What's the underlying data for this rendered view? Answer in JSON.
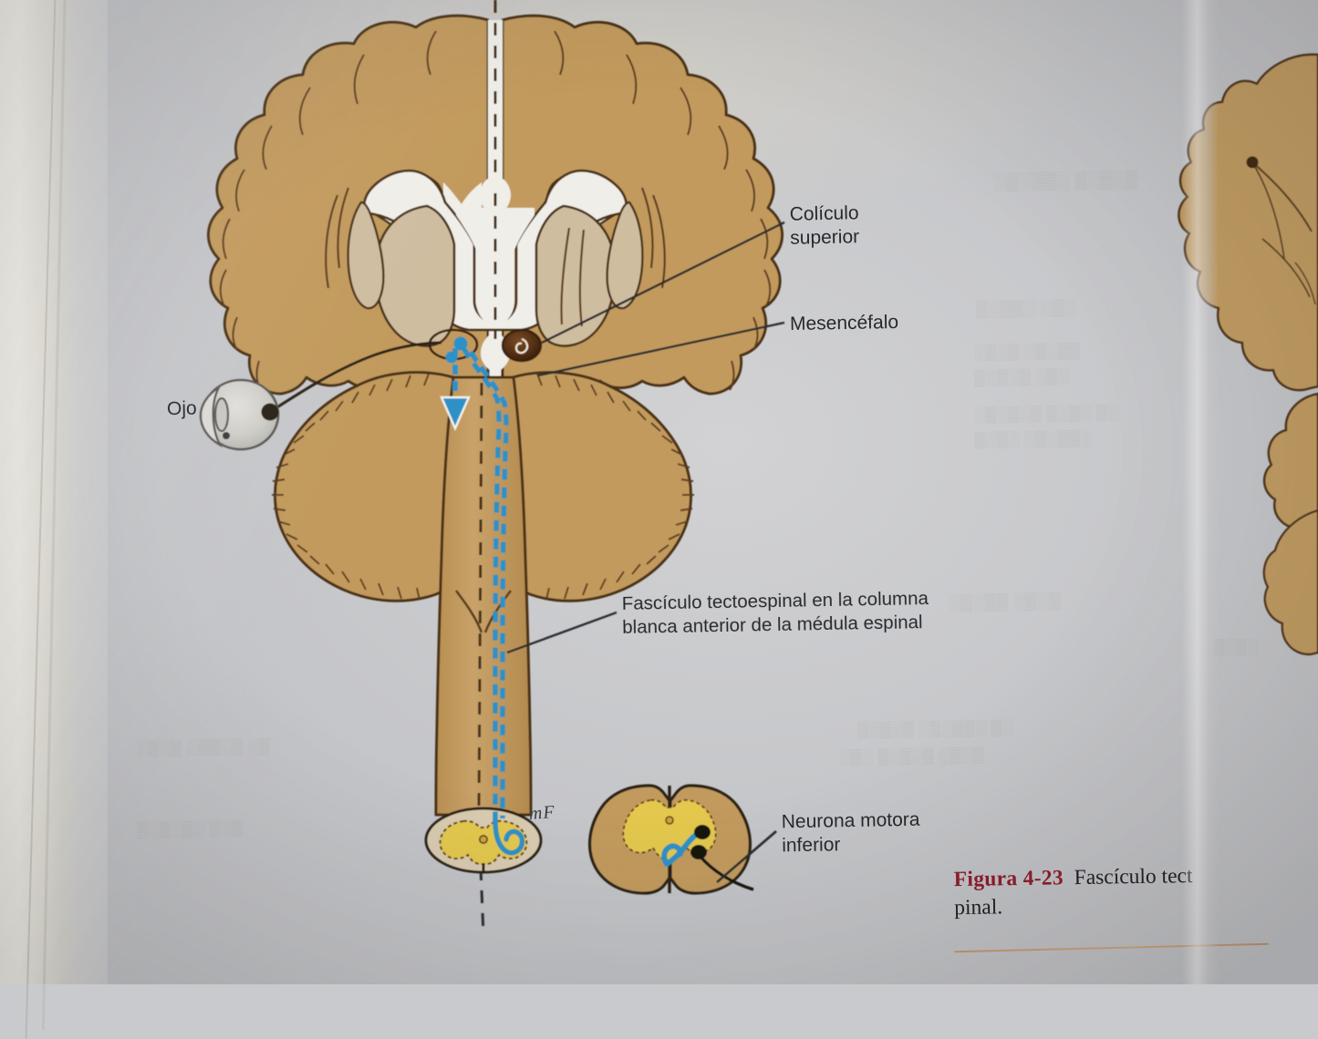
{
  "page": {
    "background_color": "#c9cacd",
    "media": "photograph of an open anatomy textbook page"
  },
  "figure": {
    "title_prefix": "Figura 4-23",
    "caption_body": "Fascículo tect",
    "caption_line2": "pinal.",
    "caption_note": "caption text is cut off at the right edge of the photograph",
    "accent_color": "#8d1b2a",
    "rule_color": "#c08f5e"
  },
  "labels": [
    {
      "id": "coliculo-superior",
      "text": "Colículo\nsuperior"
    },
    {
      "id": "mesencefalo",
      "text": "Mesencéfalo"
    },
    {
      "id": "ojo",
      "text": "Ojo"
    },
    {
      "id": "fasciculo-tectoespinal",
      "text": "Fascículo tectoespinal en la columna\nblanca anterior de la médula espinal"
    },
    {
      "id": "neurona-motora-inferior",
      "text": "Neurona motora\ninferior"
    },
    {
      "id": "artist-signature",
      "text": "mF"
    }
  ],
  "artwork": {
    "type": "coronal brain section with brainstem, cerebellum and spinal cord",
    "colors": {
      "brain_fill": "#c29a5d",
      "brain_outline": "#4a3018",
      "ventricle_fill": "#f2f0ec",
      "thalamus_fill": "#cfbda0",
      "gray_matter_fill": "#e3c84e",
      "cord_fill": "#c79f63",
      "tract_blue": "#2d91c6",
      "colliculus_marker": "#5b3418",
      "eye_fill": "#cfcdc8",
      "midline_dash": "#4a3018",
      "leader_line": "#2c2e31"
    },
    "elements": [
      "cerebral hemispheres with gyral lobes",
      "longitudinal fissure",
      "lateral ventricles",
      "thalami",
      "superior colliculus nucleus",
      "midbrain colliculus marker",
      "cerebellar hemispheres",
      "medulla and spinal cord",
      "spinal cord cross-section (attached)",
      "spinal cord cross-section (inset)",
      "eyeball with lens and optic nerve",
      "blue tectospinal tract with descending arrow",
      "decussation of the tract across the midline"
    ]
  },
  "ghost_text": {
    "note": "faint illegible show-through text from the reverse of the page",
    "lines": [
      "",
      "",
      "",
      "",
      "",
      "",
      "",
      "",
      ""
    ]
  },
  "adjacent_page": {
    "note": "edge of the facing page showing a second, partially visible brain diagram"
  }
}
